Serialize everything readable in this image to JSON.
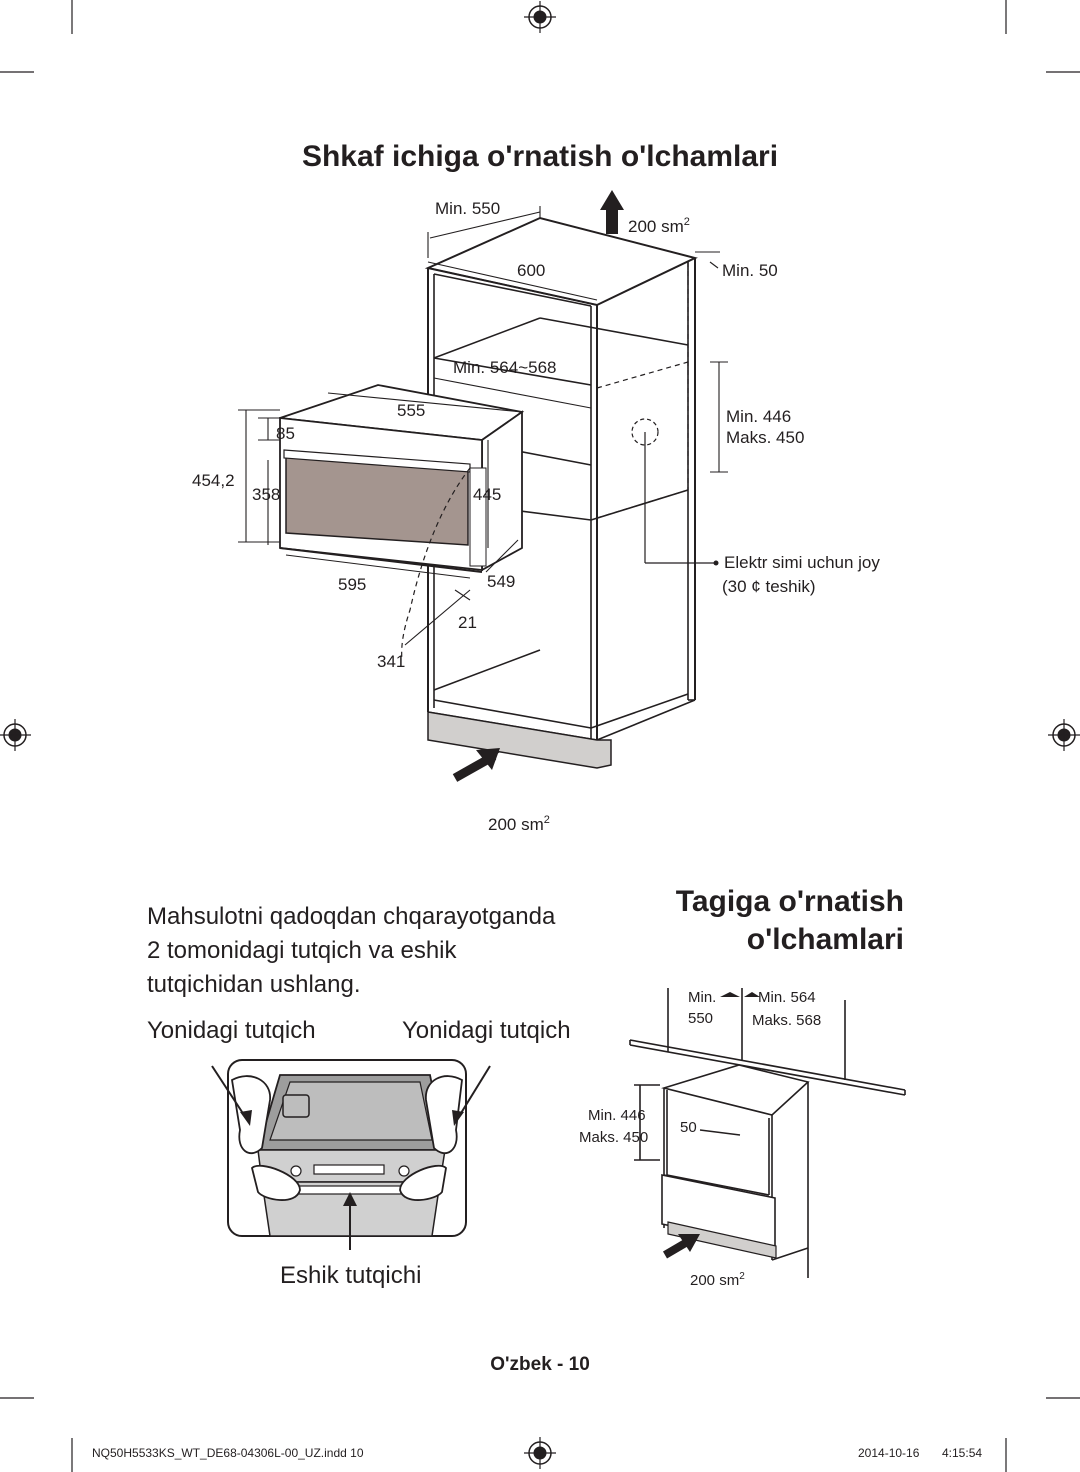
{
  "page": {
    "title_cabinet": "Shkaf ichiga o'rnatish o'lchamlari",
    "title_under_line1": "Tagiga o'rnatish",
    "title_under_line2": "o'lchamlari",
    "paragraph_lines": [
      "Mahsulotni qadoqdan chqarayotganda",
      "2 tomonidagi tutqich va eshik",
      "tutqichidan ushlang."
    ],
    "side_handle_left": "Yonidagi tutqich",
    "side_handle_right": "Yonidagi tutqich",
    "door_handle": "Eshik tutqichi",
    "page_number": "O'zbek - 10"
  },
  "cabinet_diagram": {
    "min550": "Min. 550",
    "vent_top": "200 sm",
    "vent_top_sup": "2",
    "w600": "600",
    "min50": "Min. 50",
    "min564_568": "Min. 564~568",
    "w555": "555",
    "min446": "Min. 446",
    "maks450": "Maks. 450",
    "h85": "85",
    "h454_2": "454,2",
    "h358": "358",
    "h445": "445",
    "power_line1": "Elektr simi uchun joy",
    "power_line2": "(30 ¢ teshik)",
    "w595": "595",
    "d549": "549",
    "d21": "21",
    "r341": "341",
    "vent_bottom": "200 sm",
    "vent_bottom_sup": "2"
  },
  "under_diagram": {
    "min_label": "Min.",
    "min_550": "550",
    "min564": "Min. 564",
    "maks568": "Maks. 568",
    "min446": "Min. 446",
    "maks450": "Maks. 450",
    "d50": "50",
    "vent": "200 sm",
    "vent_sup": "2"
  },
  "slug": {
    "file": "NQ50H5533KS_WT_DE68-04306L-00_UZ.indd   10",
    "date": "2014-10-16",
    "time": "4:15:54"
  }
}
